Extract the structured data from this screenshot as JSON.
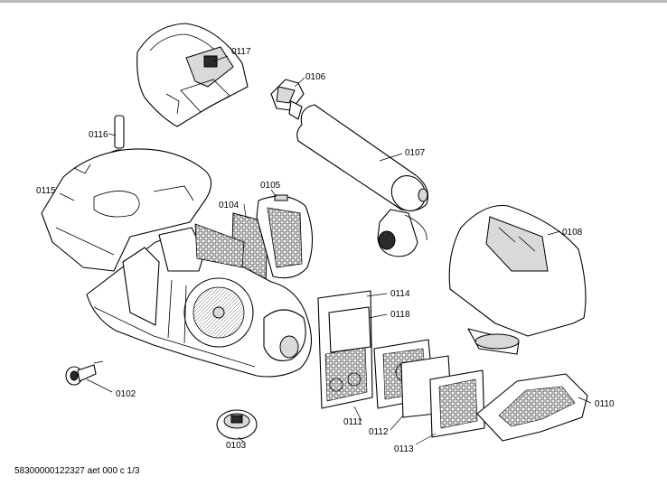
{
  "labels": {
    "p0117": "0117",
    "p0106": "0106",
    "p0116": "0116",
    "p0107": "0107",
    "p0115": "0115",
    "p0105": "0105",
    "p0104": "0104",
    "p0108": "0108",
    "p0114": "0114",
    "p0118": "0118",
    "p0102": "0102",
    "p0110": "0110",
    "p0111": "0111",
    "p0112": "0112",
    "p0113": "0113",
    "p0103": "0103"
  },
  "footer": "58300000122327 aet 000 c 1/3"
}
